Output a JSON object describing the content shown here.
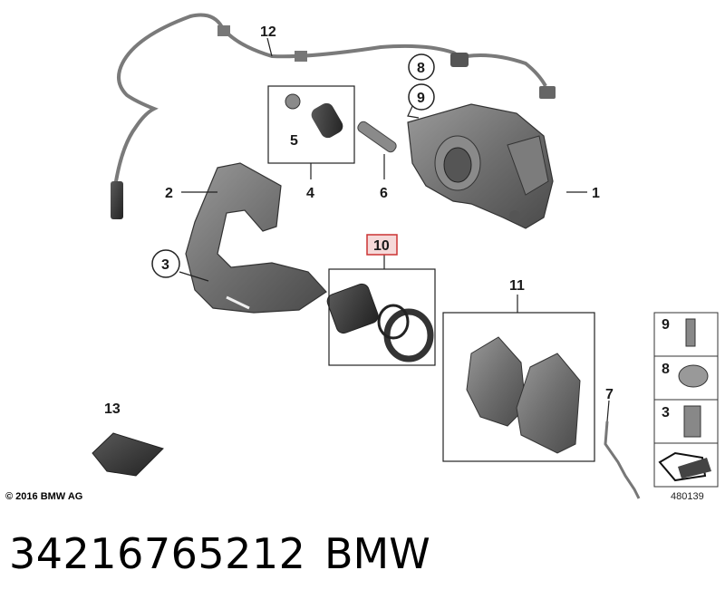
{
  "diagram": {
    "callouts": {
      "c1": "1",
      "c2": "2",
      "c3": "3",
      "c4": "4",
      "c5": "5",
      "c6": "6",
      "c7": "7",
      "c8": "8",
      "c9": "9",
      "c10": "10",
      "c11": "11",
      "c12": "12",
      "c13": "13"
    },
    "legend": {
      "l9": "9",
      "l8": "8",
      "l3": "3"
    },
    "copyright": "© 2016 BMW AG",
    "reference": "480139",
    "highlight_color": "#cc3333"
  },
  "caption": {
    "part_number": "34216765212",
    "brand": "BMW"
  }
}
